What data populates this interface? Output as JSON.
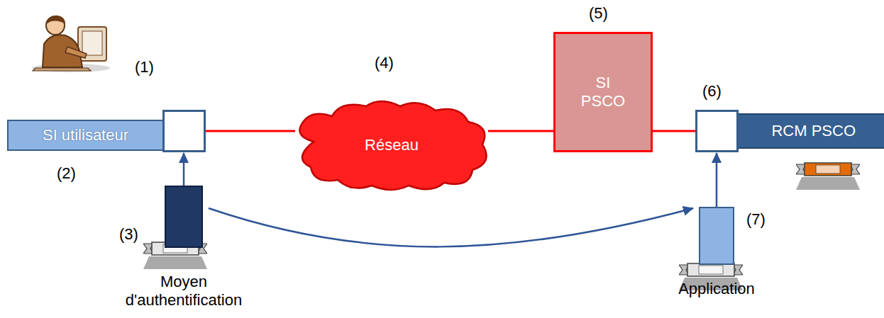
{
  "diagram": {
    "nodes": [
      {
        "text": [
          "SI utilisateur"
        ]
      },
      {
        "text": [
          "Réseau"
        ]
      },
      {
        "text": [
          "SI PSCO"
        ]
      },
      {
        "text": [
          "RCM PSCO"
        ]
      },
      {
        "text": [
          "Moyen d'authentification"
        ]
      },
      {
        "text": [
          "Application"
        ]
      }
    ],
    "edges": [
      {
        "from": 0,
        "to": 1,
        "arrow": "none"
      },
      {
        "from": 1,
        "to": 2,
        "arrow": "none"
      },
      {
        "from": 2,
        "to": 3,
        "arrow": "none"
      },
      {
        "from": 4,
        "to": 0,
        "arrow": "to"
      },
      {
        "from": 5,
        "to": 3,
        "arrow": "to"
      },
      {
        "from": 4,
        "to": 5,
        "arrow": "to"
      }
    ],
    "labels": [
      "(1)",
      "(2)",
      "(3)",
      "(4)",
      "(5)",
      "(6)",
      "(7)"
    ]
  }
}
